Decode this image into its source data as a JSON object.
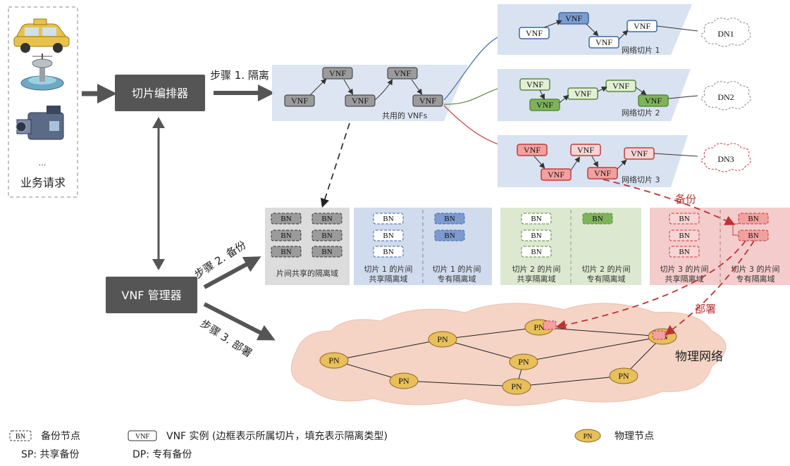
{
  "request": {
    "ellipsis": "…",
    "label": "业务请求"
  },
  "orchestrator": {
    "label": "切片编排器"
  },
  "vnf_manager": {
    "label": "VNF 管理器"
  },
  "steps": {
    "isolate": "步骤 1. 隔离",
    "backup": "步骤 2. 备份",
    "deploy": "步骤 3. 部署"
  },
  "vnf_label": "VNF",
  "bn_label": "BN",
  "pn_label": "PN",
  "shared_vnfs_label": "共用的 VNFs",
  "slices": [
    {
      "label": "网络切片 1",
      "dn": "DN1",
      "color": "#3d6aa5",
      "fill": "#7d9bcf"
    },
    {
      "label": "网络切片 2",
      "dn": "DN2",
      "color": "#5a8a3a",
      "fill": "#7fb35a"
    },
    {
      "label": "网络切片 3",
      "dn": "DN3",
      "color": "#c23b3b",
      "fill": "#f2a0a0"
    }
  ],
  "domains": {
    "shared_all": "片间共享的隔离域",
    "s1_shared": [
      "切片 1 的片间",
      "共享隔离域"
    ],
    "s1_dedicated": [
      "切片 1 的片间",
      "专有隔离域"
    ],
    "s2_shared": [
      "切片 2 的片间",
      "共享隔离域"
    ],
    "s2_dedicated": [
      "切片 2 的片间",
      "专有隔离域"
    ],
    "s3_shared": [
      "切片 3 的片间",
      "共享隔离域"
    ],
    "s3_dedicated": [
      "切片 3 的片间",
      "专有隔离域"
    ]
  },
  "annotations": {
    "backup": "备份",
    "deploy": "部署",
    "physical_network": "物理网络"
  },
  "legend": {
    "backup_node": "备份节点",
    "vnf_instance": "VNF 实例 (边框表示所属切片，填充表示隔离类型)",
    "physical_node": "物理节点",
    "sp": "SP:  共享备份",
    "dp": "DP:  专有备份"
  }
}
